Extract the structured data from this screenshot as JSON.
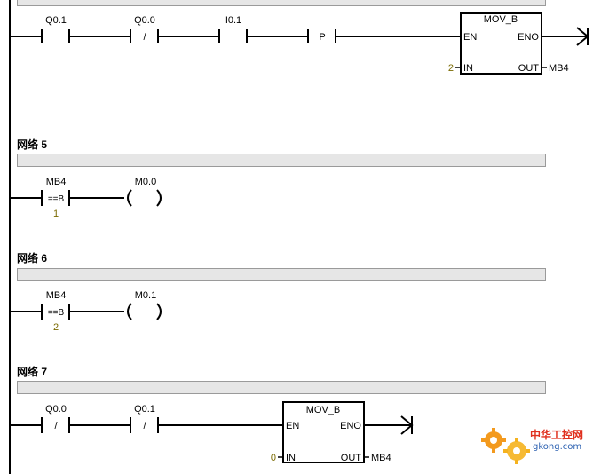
{
  "networks": [
    {
      "id": "net4",
      "rung": {
        "contacts": [
          {
            "label": "Q0.1",
            "type": "no"
          },
          {
            "label": "Q0.0",
            "type": "nc",
            "symbol": "/"
          },
          {
            "label": "I0.1",
            "type": "no"
          },
          {
            "label": "",
            "type": "pos-edge",
            "symbol": "P"
          }
        ],
        "box": {
          "title": "MOV_B",
          "en": "EN",
          "eno": "ENO",
          "in": "IN",
          "out": "OUT",
          "in_value": "2",
          "out_value": "MB4"
        }
      }
    },
    {
      "id": "net5",
      "header": "网络 5",
      "rung": {
        "compare": {
          "operand1": "MB4",
          "op": "==B",
          "operand2": "1"
        },
        "coil": {
          "label": "M0.0"
        }
      }
    },
    {
      "id": "net6",
      "header": "网络 6",
      "rung": {
        "compare": {
          "operand1": "MB4",
          "op": "==B",
          "operand2": "2"
        },
        "coil": {
          "label": "M0.1"
        }
      }
    },
    {
      "id": "net7",
      "header": "网络 7",
      "rung": {
        "contacts": [
          {
            "label": "Q0.0",
            "type": "nc",
            "symbol": "/"
          },
          {
            "label": "Q0.1",
            "type": "nc",
            "symbol": "/"
          }
        ],
        "box": {
          "title": "MOV_B",
          "en": "EN",
          "eno": "ENO",
          "in": "IN",
          "out": "OUT",
          "in_value": "0",
          "out_value": "MB4"
        }
      }
    }
  ],
  "colors": {
    "wire": "#000000",
    "constant": "#7a6a00",
    "comment_bar": "#e6e6e6",
    "logo_orange": "#f39a1e",
    "logo_red": "#e0301e",
    "logo_blue": "#2a5fb0"
  },
  "watermark": {
    "text1": "中华工控网",
    "text2": "gkong.com"
  }
}
